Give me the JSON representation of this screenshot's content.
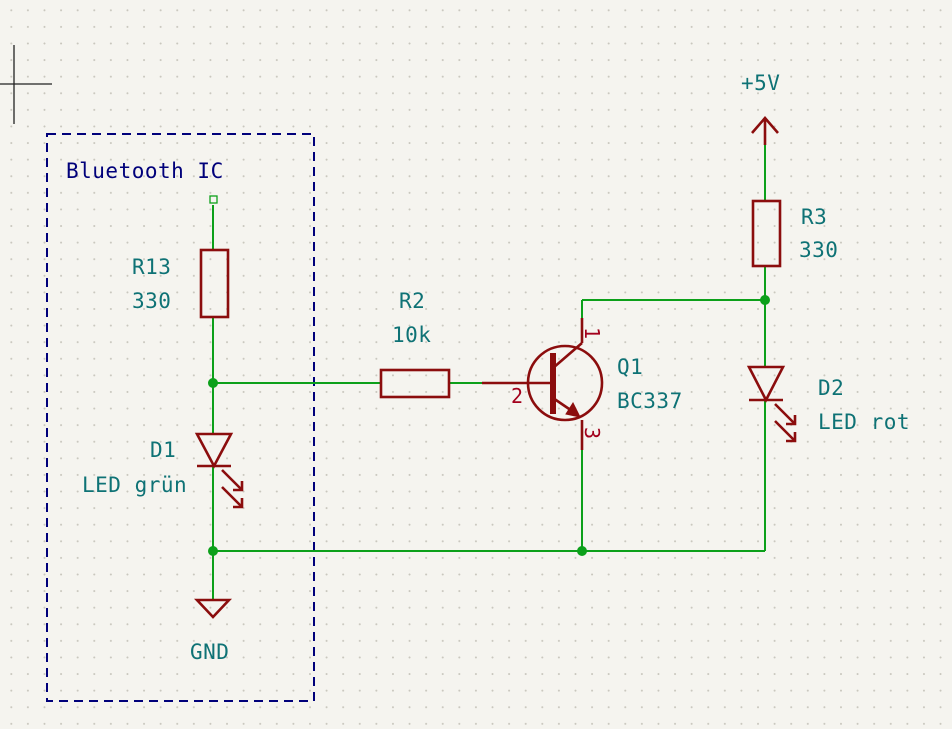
{
  "sheet": {
    "block_label": "Bluetooth IC",
    "colors": {
      "background": "#f5f4ef",
      "wire": "#0ca01a",
      "symbol": "#8b0d0d",
      "label": "#0e7275",
      "block_border": "#00007a"
    }
  },
  "components": {
    "r13": {
      "ref": "R13",
      "value": "330"
    },
    "r2": {
      "ref": "R2",
      "value": "10k"
    },
    "r3": {
      "ref": "R3",
      "value": "330"
    },
    "d1": {
      "ref": "D1",
      "value": "LED grün"
    },
    "d2": {
      "ref": "D2",
      "value": "LED rot"
    },
    "q1": {
      "ref": "Q1",
      "value": "BC337",
      "pin_collector": "1",
      "pin_base": "2",
      "pin_emitter": "3"
    }
  },
  "power": {
    "vcc": "+5V",
    "gnd": "GND"
  }
}
